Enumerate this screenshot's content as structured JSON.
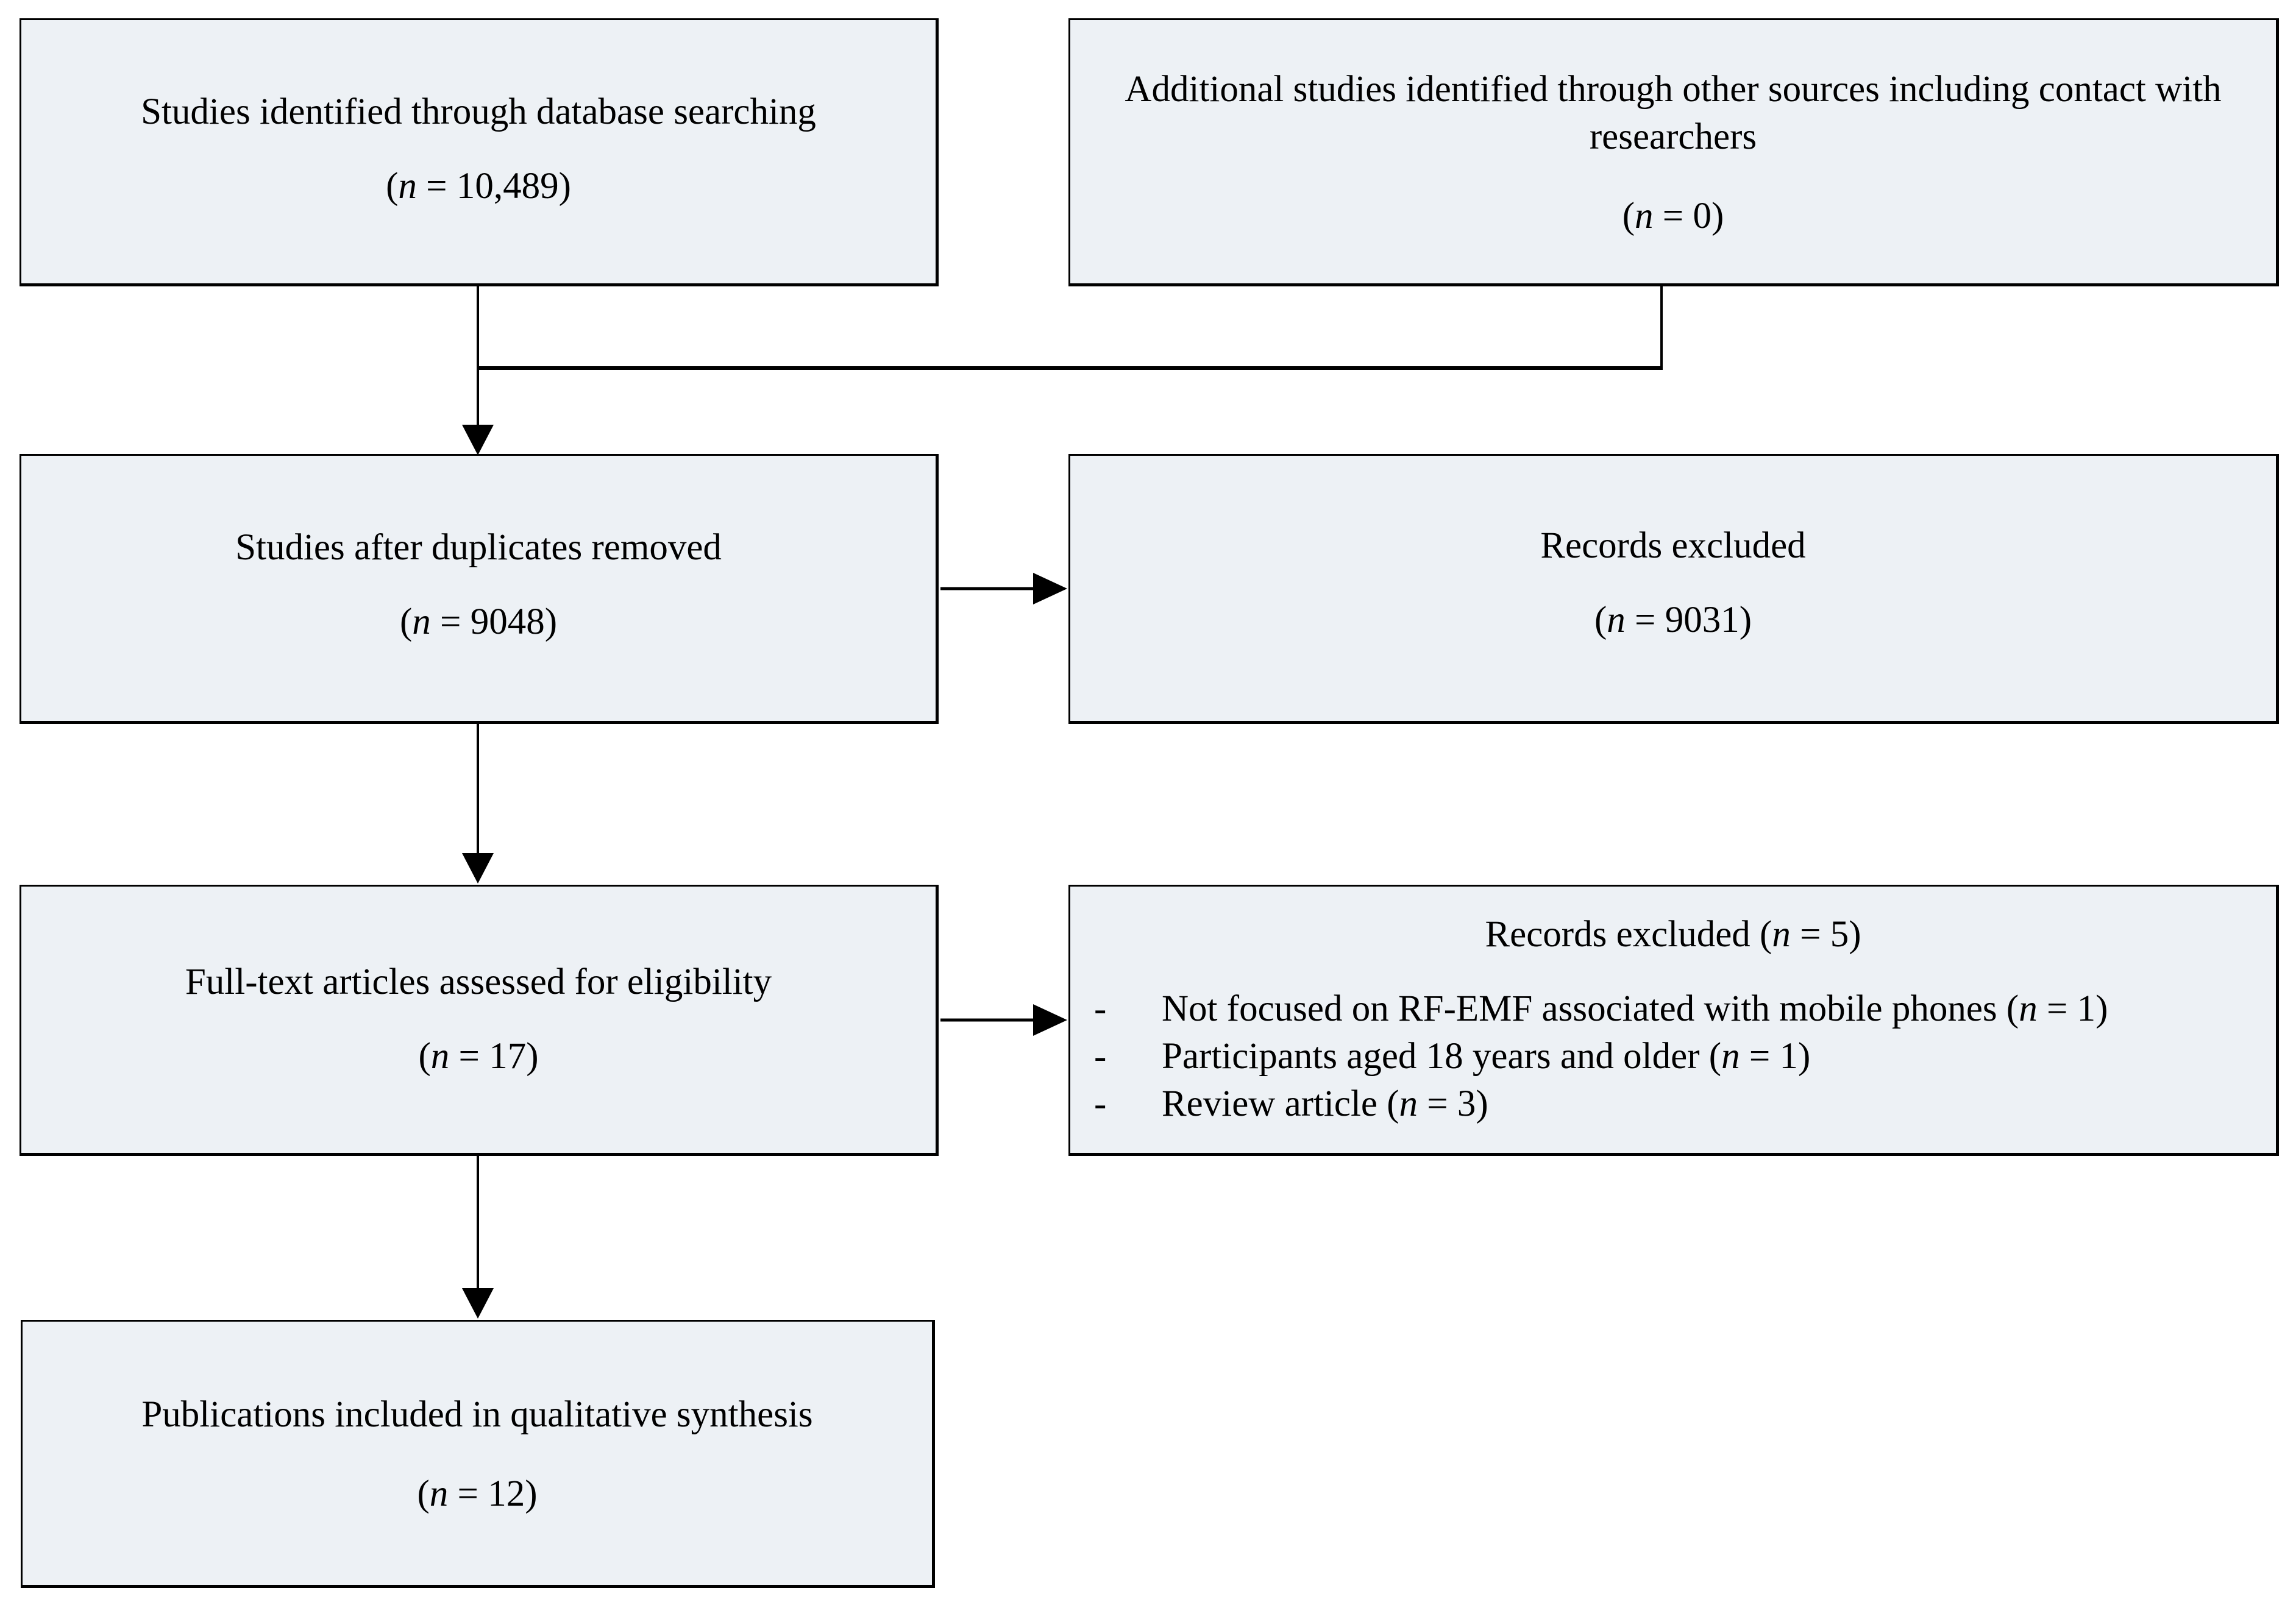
{
  "figure": {
    "kind": "study-selection-flow-diagram",
    "colors": {
      "background": "#ffffff",
      "box_fill": "#edf1f5",
      "box_border": "#000000",
      "connector": "#000000",
      "text": "#000000"
    }
  },
  "boxes": {
    "identification_database": {
      "title": "Studies identified through database searching",
      "value_open": "(",
      "value_n": "n",
      "value_rest": " = 10,489)"
    },
    "identification_other_sources": {
      "title": "Additional studies identified through other sources including contact with researchers",
      "value_open": "(",
      "value_n": "n",
      "value_rest": " = 0)"
    },
    "after_duplicates_removed": {
      "title": "Studies after duplicates removed",
      "value_open": "(",
      "value_n": "n",
      "value_rest": " = 9048)"
    },
    "records_excluded": {
      "title": "Records excluded",
      "value_open": "(",
      "value_n": "n",
      "value_rest": " = 9031)"
    },
    "fulltext_assessed": {
      "title": "Full-text articles assessed for eligibility",
      "value_open": "(",
      "value_n": "n",
      "value_rest": " = 17)"
    },
    "fulltext_excluded": {
      "title_prefix": "Records excluded (",
      "title_n": "n",
      "title_rest": " = 5)",
      "reasons": [
        {
          "marker": "-",
          "prefix": "Not focused on RF-EMF associated with mobile phones (",
          "n": "n",
          "rest": " = 1)"
        },
        {
          "marker": "-",
          "prefix": "Participants aged 18 years and older (",
          "n": "n",
          "rest": " = 1)"
        },
        {
          "marker": "-",
          "prefix": "Review article (",
          "n": "n",
          "rest": " = 3)"
        }
      ]
    },
    "included_qualitative": {
      "title": "Publications included in qualitative synthesis",
      "value_open": "(",
      "value_n": "n",
      "value_rest": " = 12)"
    }
  }
}
